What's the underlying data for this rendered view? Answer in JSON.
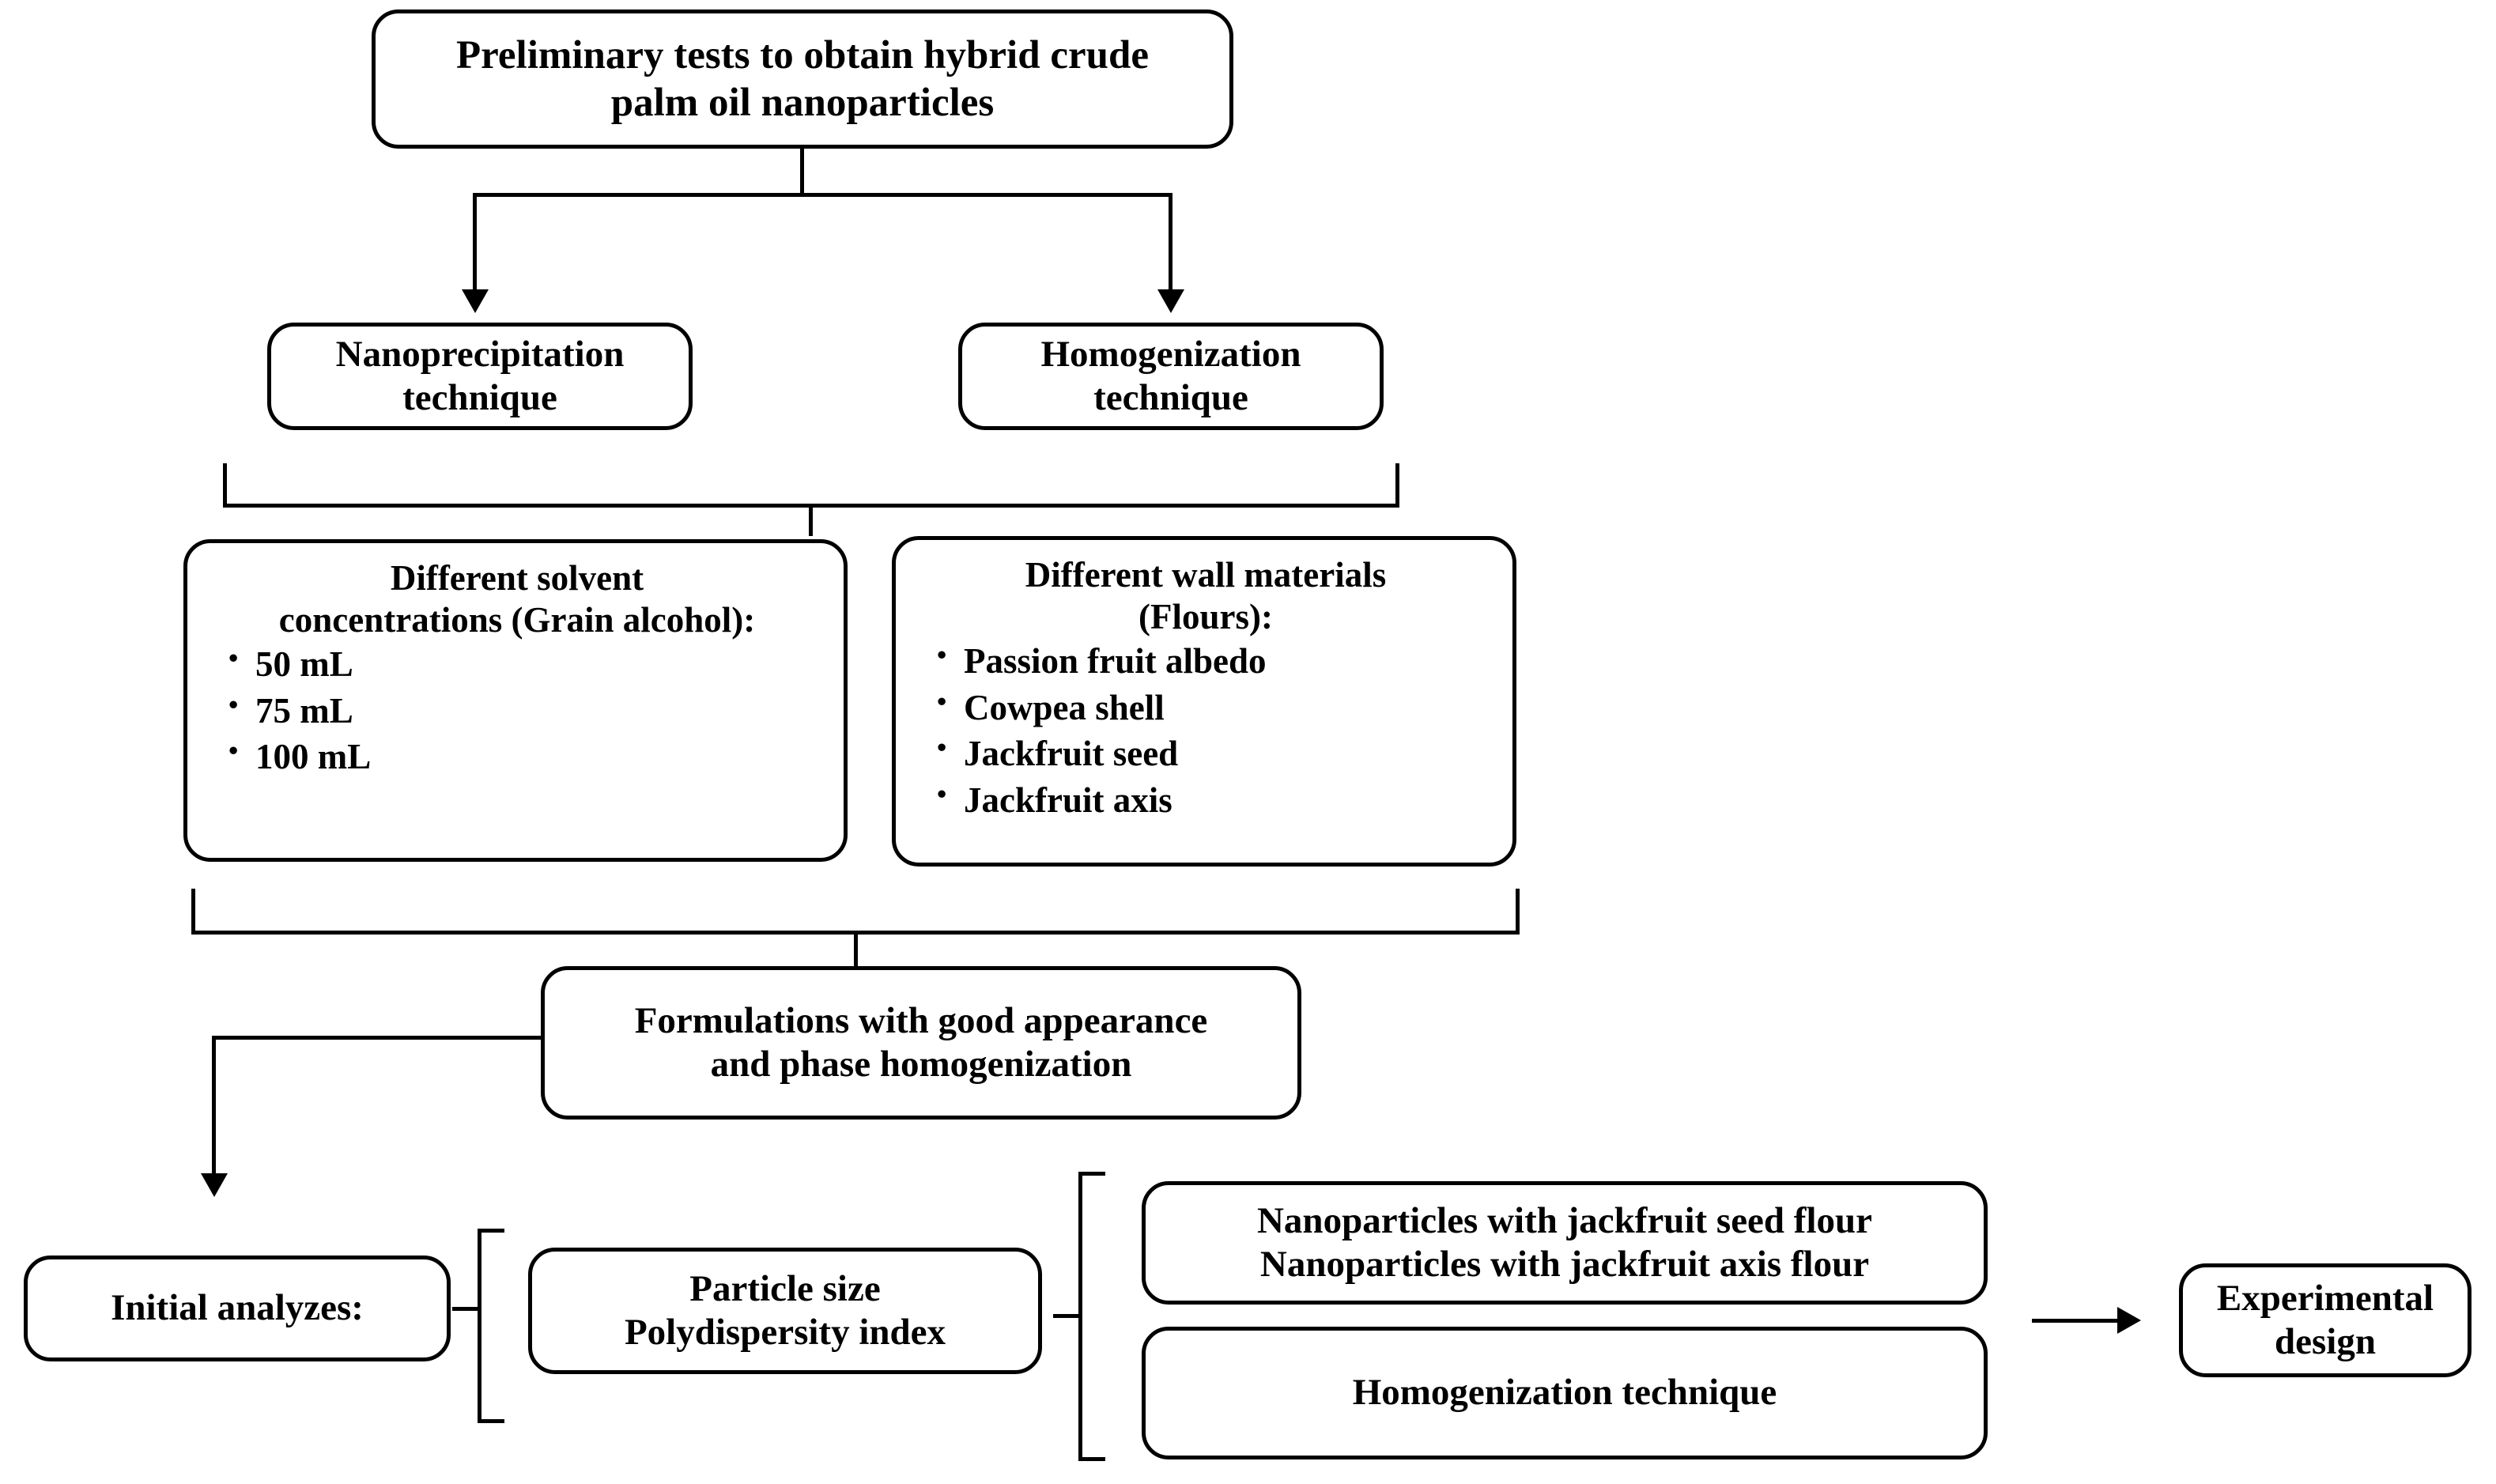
{
  "diagram": {
    "title": "Preliminary tests to obtain hybrid crude palm oil nanoparticles flowchart",
    "nodes": {
      "preliminary_tests": {
        "line1": "Preliminary tests to obtain hybrid crude",
        "line2": "palm oil nanoparticles"
      },
      "nanoprecipitation": {
        "line1": "Nanoprecipitation",
        "line2": "technique"
      },
      "homogenization": {
        "line1": "Homogenization",
        "line2": "technique"
      },
      "solvent_concentrations": {
        "head_line1": "Different solvent",
        "head_line2": "concentrations (Grain alcohol):",
        "items": [
          "50 mL",
          "75 mL",
          "100 mL"
        ]
      },
      "wall_materials": {
        "head_line1": "Different wall materials",
        "head_line2": "(Flours):",
        "items": [
          "Passion fruit albedo",
          "Cowpea shell",
          "Jackfruit seed",
          "Jackfruit axis"
        ]
      },
      "formulations": {
        "line1": "Formulations with good appearance",
        "line2": "and phase homogenization"
      },
      "initial_analyzes": {
        "line1": "Initial analyzes:"
      },
      "particle_metrics": {
        "line1": "Particle size",
        "line2": "Polydispersity index"
      },
      "selected_nanoparticles": {
        "line1": "Nanoparticles with jackfruit seed flour",
        "line2": "Nanoparticles with jackfruit axis flour"
      },
      "homogenization_technique_final": {
        "line1": "Homogenization technique"
      },
      "experimental_design": {
        "line1": "Experimental",
        "line2": "design"
      }
    },
    "colors": {
      "stroke": "#000000",
      "fill": "#ffffff",
      "text": "#000000"
    }
  }
}
